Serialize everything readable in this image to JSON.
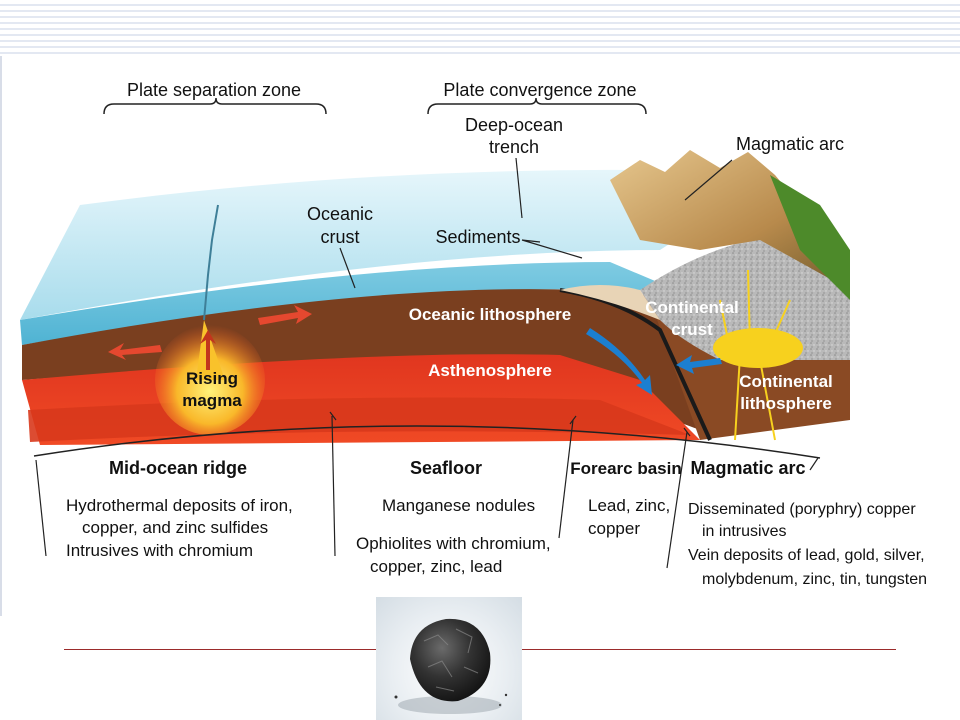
{
  "diagram": {
    "zones": {
      "separation": "Plate separation zone",
      "convergence": "Plate convergence zone"
    },
    "labels": {
      "trench_line1": "Deep-ocean",
      "trench_line2": "trench",
      "magmatic_arc_top": "Magmatic arc",
      "oceanic_crust_line1": "Oceanic",
      "oceanic_crust_line2": "crust",
      "sediments": "Sediments",
      "oceanic_lithosphere": "Oceanic lithosphere",
      "continental_crust_line1": "Continental",
      "continental_crust_line2": "crust",
      "asthenosphere": "Asthenosphere",
      "rising_line1": "Rising",
      "rising_line2": "magma",
      "cont_litho_line1": "Continental",
      "cont_litho_line2": "lithosphere"
    },
    "sections": [
      {
        "title": "Mid-ocean ridge",
        "lines": [
          "Hydrothermal deposits of iron,",
          "copper, and zinc sulfides",
          "Intrusives with chromium"
        ]
      },
      {
        "title": "Seafloor",
        "lines": [
          "Manganese nodules",
          "Ophiolites with chromium,",
          "copper, zinc, lead"
        ]
      },
      {
        "title": "Forearc basin",
        "lines": [
          "Lead, zinc,",
          "copper"
        ]
      },
      {
        "title": "Magmatic arc",
        "lines": [
          "Disseminated (poryphry) copper",
          "in intrusives",
          "Vein deposits of lead, gold, silver,",
          "molybdenum, zinc, tin, tungsten"
        ]
      }
    ]
  },
  "colors": {
    "ocean": "#8fd3e6",
    "crust": "#7a3f1f",
    "asthenosphere": "#e8321e",
    "magma": "#f7d11e",
    "divider": "#9b2b2b",
    "arrow_red": "#e5482f",
    "arrow_blue": "#1c7fd0"
  },
  "photo": {
    "icon": "manganese-nodule-photo"
  }
}
